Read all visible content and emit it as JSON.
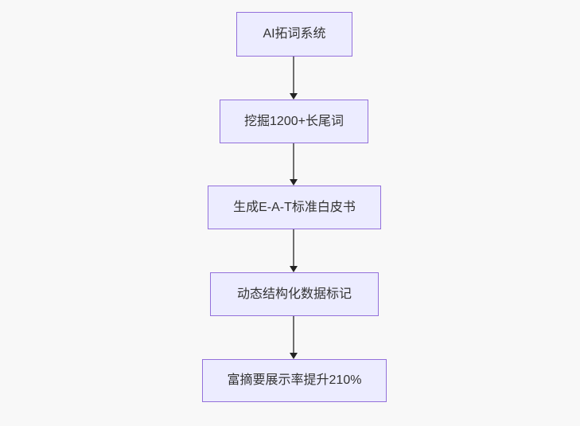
{
  "diagram": {
    "type": "flowchart",
    "direction": "top-down",
    "nodes": [
      {
        "id": "A",
        "label": "AI拓词系统"
      },
      {
        "id": "B",
        "label": "挖掘1200+长尾词"
      },
      {
        "id": "C",
        "label": "生成E-A-T标准白皮书"
      },
      {
        "id": "D",
        "label": "动态结构化数据标记"
      },
      {
        "id": "E",
        "label": "富摘要展示率提升210%"
      }
    ],
    "edges": [
      {
        "from": "A",
        "to": "B"
      },
      {
        "from": "B",
        "to": "C"
      },
      {
        "from": "C",
        "to": "D"
      },
      {
        "from": "D",
        "to": "E"
      }
    ],
    "colors": {
      "background": "#f8f8f8",
      "node_fill": "#ECECFF",
      "node_border": "#9370DB",
      "node_text": "#333333",
      "edge_line": "#6e6e6e",
      "edge_arrowhead": "#222222"
    }
  }
}
